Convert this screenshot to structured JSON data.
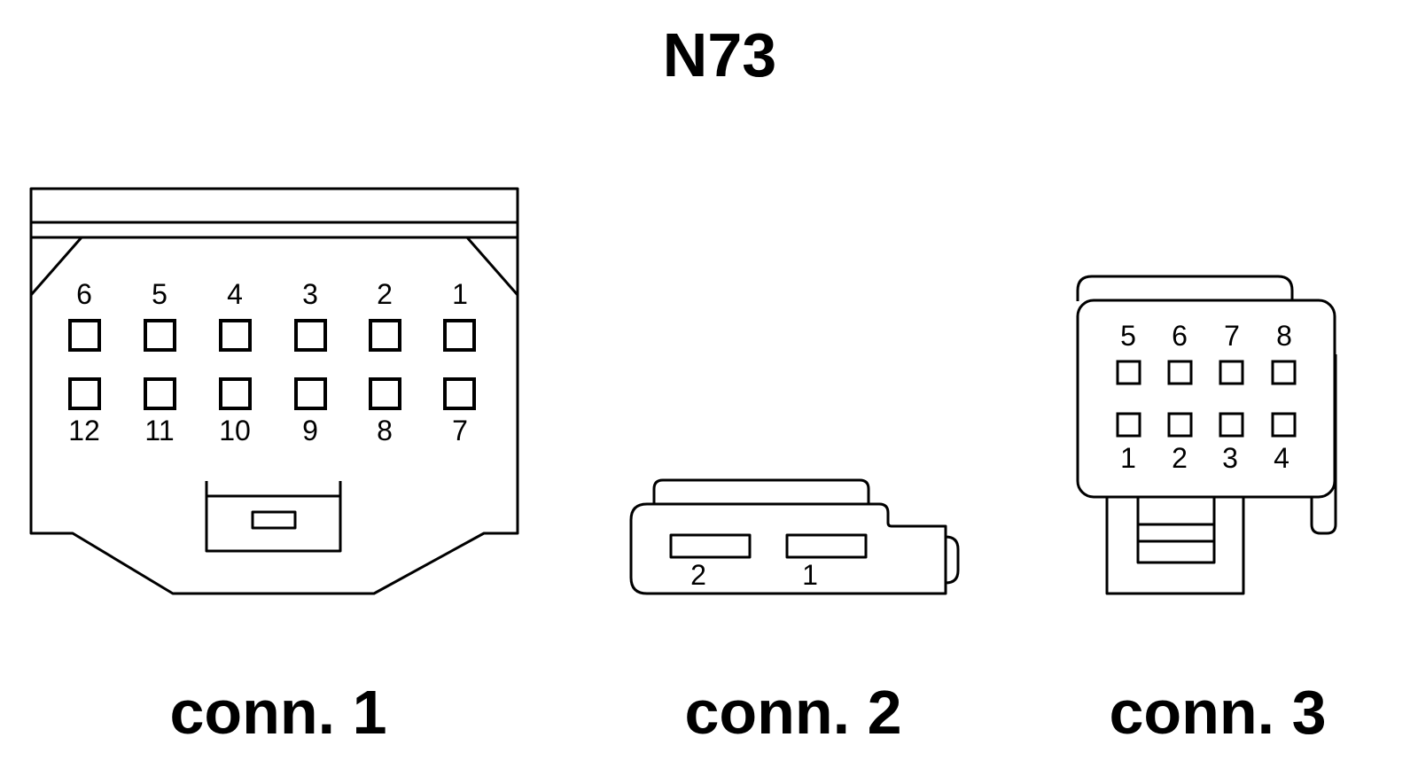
{
  "title": "N73",
  "connectors": [
    {
      "label": "conn. 1",
      "top_row_pins": [
        "6",
        "5",
        "4",
        "3",
        "2",
        "1"
      ],
      "bottom_row_pins": [
        "12",
        "11",
        "10",
        "9",
        "8",
        "7"
      ]
    },
    {
      "label": "conn. 2",
      "pins": [
        "2",
        "1"
      ]
    },
    {
      "label": "conn. 3",
      "top_row_pins": [
        "5",
        "6",
        "7",
        "8"
      ],
      "bottom_row_pins": [
        "1",
        "2",
        "3",
        "4"
      ]
    }
  ]
}
